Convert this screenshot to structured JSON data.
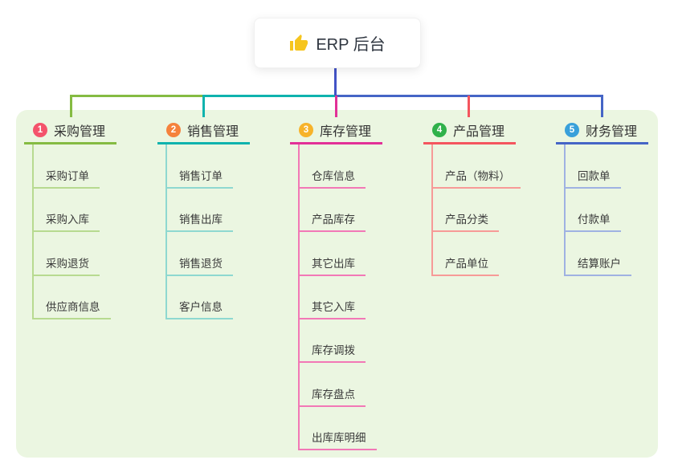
{
  "root": {
    "title": "ERP 后台",
    "icon": "thumbs-up-icon",
    "icon_color": "#f6c51e"
  },
  "palette": {
    "panel_background": "#ebf6e1",
    "root_connector": "#4353c6",
    "card_background": "#ffffff",
    "title_text": "#333333",
    "child_text": "#3a3a3a"
  },
  "branches": [
    {
      "badge": "1",
      "label": "采购管理",
      "badge_color": "#f4536b",
      "line_color": "#85bb42",
      "child_line_color": "#b7da90",
      "children": [
        "采购订单",
        "采购入库",
        "采购退货",
        "供应商信息"
      ]
    },
    {
      "badge": "2",
      "label": "销售管理",
      "badge_color": "#f5823c",
      "line_color": "#0fb3ae",
      "child_line_color": "#8ed8d0",
      "children": [
        "销售订单",
        "销售出库",
        "销售退货",
        "客户信息"
      ]
    },
    {
      "badge": "3",
      "label": "库存管理",
      "badge_color": "#f7b32a",
      "line_color": "#e23097",
      "child_line_color": "#f278b6",
      "children": [
        "仓库信息",
        "产品库存",
        "其它出库",
        "其它入库",
        "库存调拨",
        "库存盘点",
        "出库库明细"
      ]
    },
    {
      "badge": "4",
      "label": "产品管理",
      "badge_color": "#2fb14a",
      "line_color": "#f4555e",
      "child_line_color": "#f79a97",
      "children": [
        "产品（物料）",
        "产品分类",
        "产品单位"
      ]
    },
    {
      "badge": "5",
      "label": "财务管理",
      "badge_color": "#39a0da",
      "line_color": "#4565c6",
      "child_line_color": "#9fb2e2",
      "children": [
        "回款单",
        "付款单",
        "结算账户"
      ]
    }
  ]
}
